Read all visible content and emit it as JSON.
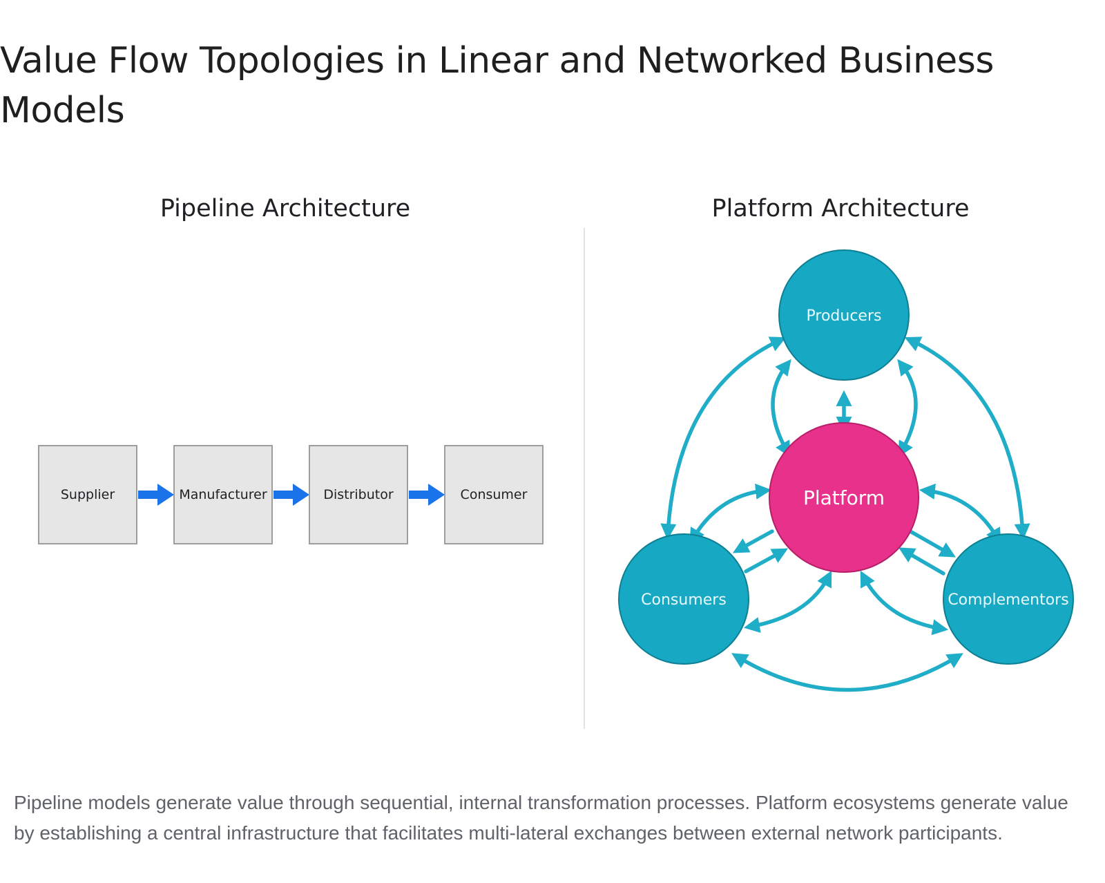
{
  "page": {
    "title": "Value Flow Topologies in Linear and Networked Business Models",
    "caption": "Pipeline models generate value through sequential, internal transformation processes. Platform ecosystems generate value by establishing a central infrastructure that facilitates multi-lateral exchanges between external network participants."
  },
  "pipeline": {
    "title": "Pipeline Architecture",
    "stages": [
      "Supplier",
      "Manufacturer",
      "Distributor",
      "Consumer"
    ]
  },
  "platform": {
    "title": "Platform Architecture",
    "hub": "Platform",
    "producers": "Producers",
    "consumers": "Consumers",
    "complementors": "Complementors"
  },
  "colors": {
    "stage_fill": "#e6e6e6",
    "stage_border": "#9e9e9e",
    "pipeline_arrow": "#1a73e8",
    "participant_node": "#17a9c3",
    "platform_hub": "#e8318a",
    "exchange_arrow": "#1fadc7"
  }
}
